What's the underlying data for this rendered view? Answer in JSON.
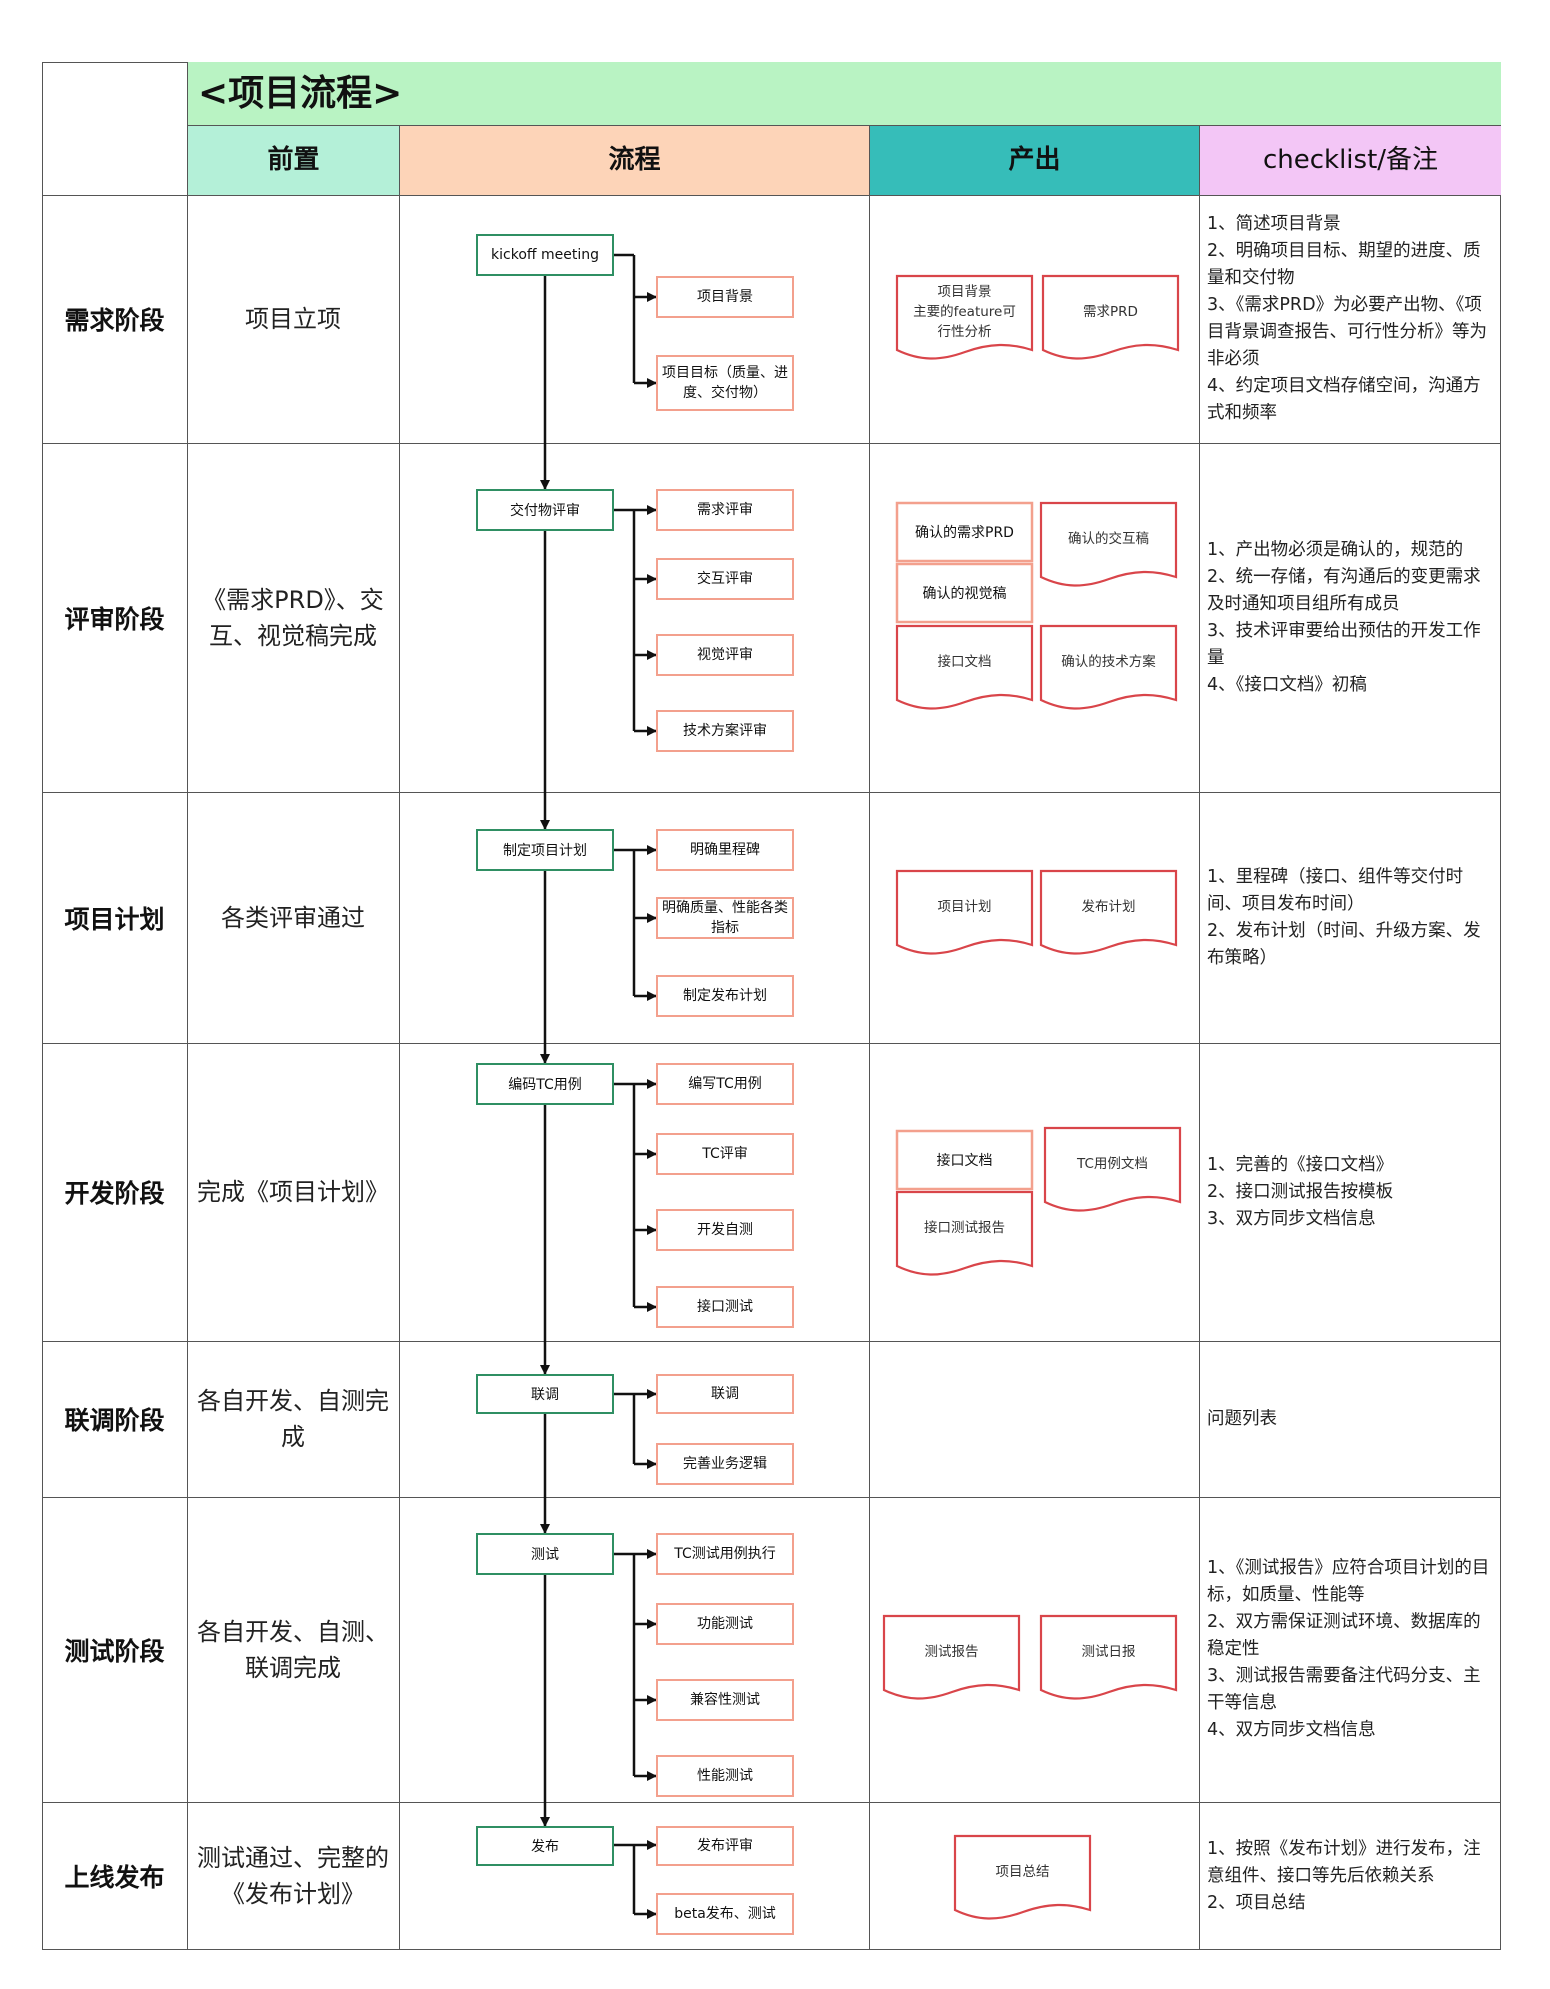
{
  "title": "<项目流程>",
  "headers": {
    "pre": "前置",
    "flow": "流程",
    "output": "产出",
    "checklist": "checklist/备注"
  },
  "colors": {
    "title_bg": "#b9f3c3",
    "pre_bg": "#b4f0d8",
    "flow_bg": "#fdd4b8",
    "output_bg": "#36bdb9",
    "checklist_bg": "#f3c6f6",
    "step_border": "#2f8f63",
    "substep_border": "#f3a08d",
    "document_border": "#d9454a"
  },
  "stages": [
    {
      "name": "需求阶段",
      "prereq": "项目立项",
      "main_step": "kickoff meeting",
      "sub_steps": [
        "项目背景",
        "项目目标（质量、进度、交付物）"
      ],
      "outputs": [
        "项目背景\n主要的feature可\n行性分析",
        "需求PRD"
      ],
      "checklist": "1、简述项目背景\n2、明确项目目标、期望的进度、质量和交付物\n3、《需求PRD》为必要产出物、《项目背景调查报告、可行性分析》等为非必须\n4、约定项目文档存储空间，沟通方式和频率"
    },
    {
      "name": "评审阶段",
      "prereq": "《需求PRD》、交互、视觉稿完成",
      "main_step": "交付物评审",
      "sub_steps": [
        "需求评审",
        "交互评审",
        "视觉评审",
        "技术方案评审"
      ],
      "outputs": [
        "确认的需求PRD",
        "确认的交互稿",
        "确认的视觉稿",
        "接口文档",
        "确认的技术方案"
      ],
      "checklist": "1、产出物必须是确认的，规范的\n2、统一存储，有沟通后的变更需求及时通知项目组所有成员\n3、技术评审要给出预估的开发工作量\n4、《接口文档》初稿"
    },
    {
      "name": "项目计划",
      "prereq": "各类评审通过",
      "main_step": "制定项目计划",
      "sub_steps": [
        "明确里程碑",
        "明确质量、性能各类指标",
        "制定发布计划"
      ],
      "outputs": [
        "项目计划",
        "发布计划"
      ],
      "checklist": "1、里程碑（接口、组件等交付时间、项目发布时间）\n2、发布计划（时间、升级方案、发布策略）"
    },
    {
      "name": "开发阶段",
      "prereq": "完成《项目计划》",
      "main_step": "编码TC用例",
      "sub_steps": [
        "编写TC用例",
        "TC评审",
        "开发自测",
        "接口测试"
      ],
      "outputs": [
        "接口文档",
        "TC用例文档",
        "接口测试报告"
      ],
      "checklist": "1、完善的《接口文档》\n2、接口测试报告按模板\n3、双方同步文档信息"
    },
    {
      "name": "联调阶段",
      "prereq": "各自开发、自测完成",
      "main_step": "联调",
      "sub_steps": [
        "联调",
        "完善业务逻辑"
      ],
      "outputs": [],
      "checklist": "问题列表"
    },
    {
      "name": "测试阶段",
      "prereq": "各自开发、自测、联调完成",
      "main_step": "测试",
      "sub_steps": [
        "TC测试用例执行",
        "功能测试",
        "兼容性测试",
        "性能测试"
      ],
      "outputs": [
        "测试报告",
        "测试日报"
      ],
      "checklist": "1、《测试报告》应符合项目计划的目标，如质量、性能等\n2、双方需保证测试环境、数据库的稳定性\n3、测试报告需要备注代码分支、主干等信息\n4、双方同步文档信息"
    },
    {
      "name": "上线发布",
      "prereq": "测试通过、完整的《发布计划》",
      "main_step": "发布",
      "sub_steps": [
        "发布评审",
        "beta发布、测试"
      ],
      "outputs": [
        "项目总结"
      ],
      "checklist": "1、按照《发布计划》进行发布，注意组件、接口等先后依赖关系\n2、项目总结"
    }
  ]
}
